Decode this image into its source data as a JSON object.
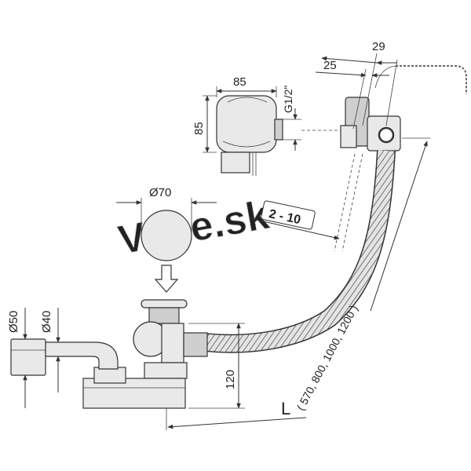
{
  "labels": {
    "dim_29": "29",
    "dim_25": "25",
    "dim_85_w": "85",
    "dim_85_h": "85",
    "thread": "G1/2\"",
    "dim_diam70": "Ø70",
    "dim_2_10": "2 - 10",
    "dim_diam50": "Ø50",
    "dim_diam40": "Ø40",
    "dim_120": "120",
    "length_L": "L",
    "length_values": "( 570, 800, 1000, 1200 )",
    "watermark": "Vane.sk"
  }
}
